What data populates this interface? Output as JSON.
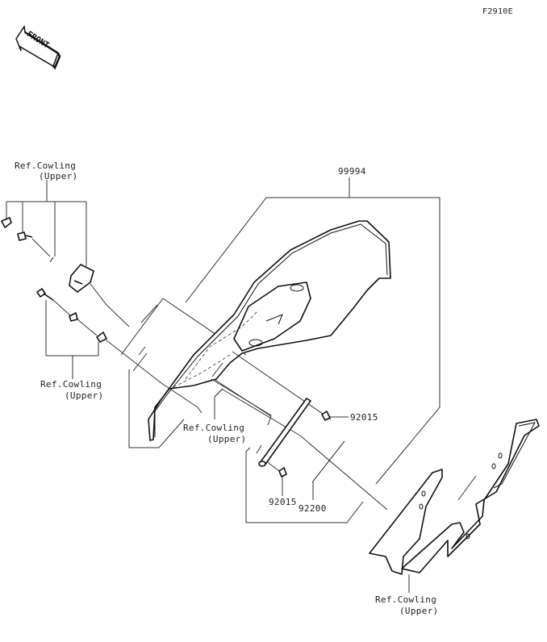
{
  "figure_code": "F2910E",
  "front_indicator": "FRONT",
  "callouts": {
    "ref_top_left": {
      "line1": "Ref.Cowling",
      "line2": "(Upper)"
    },
    "ref_mid_left": {
      "line1": "Ref.Cowling",
      "line2": "(Upper)"
    },
    "ref_center": {
      "line1": "Ref.Cowling",
      "line2": "(Upper)"
    },
    "ref_bottom": {
      "line1": "Ref.Cowling",
      "line2": "(Upper)"
    },
    "part_99994": "99994",
    "part_92015_a": "92015",
    "part_92015_b": "92015",
    "part_92200": "92200"
  }
}
